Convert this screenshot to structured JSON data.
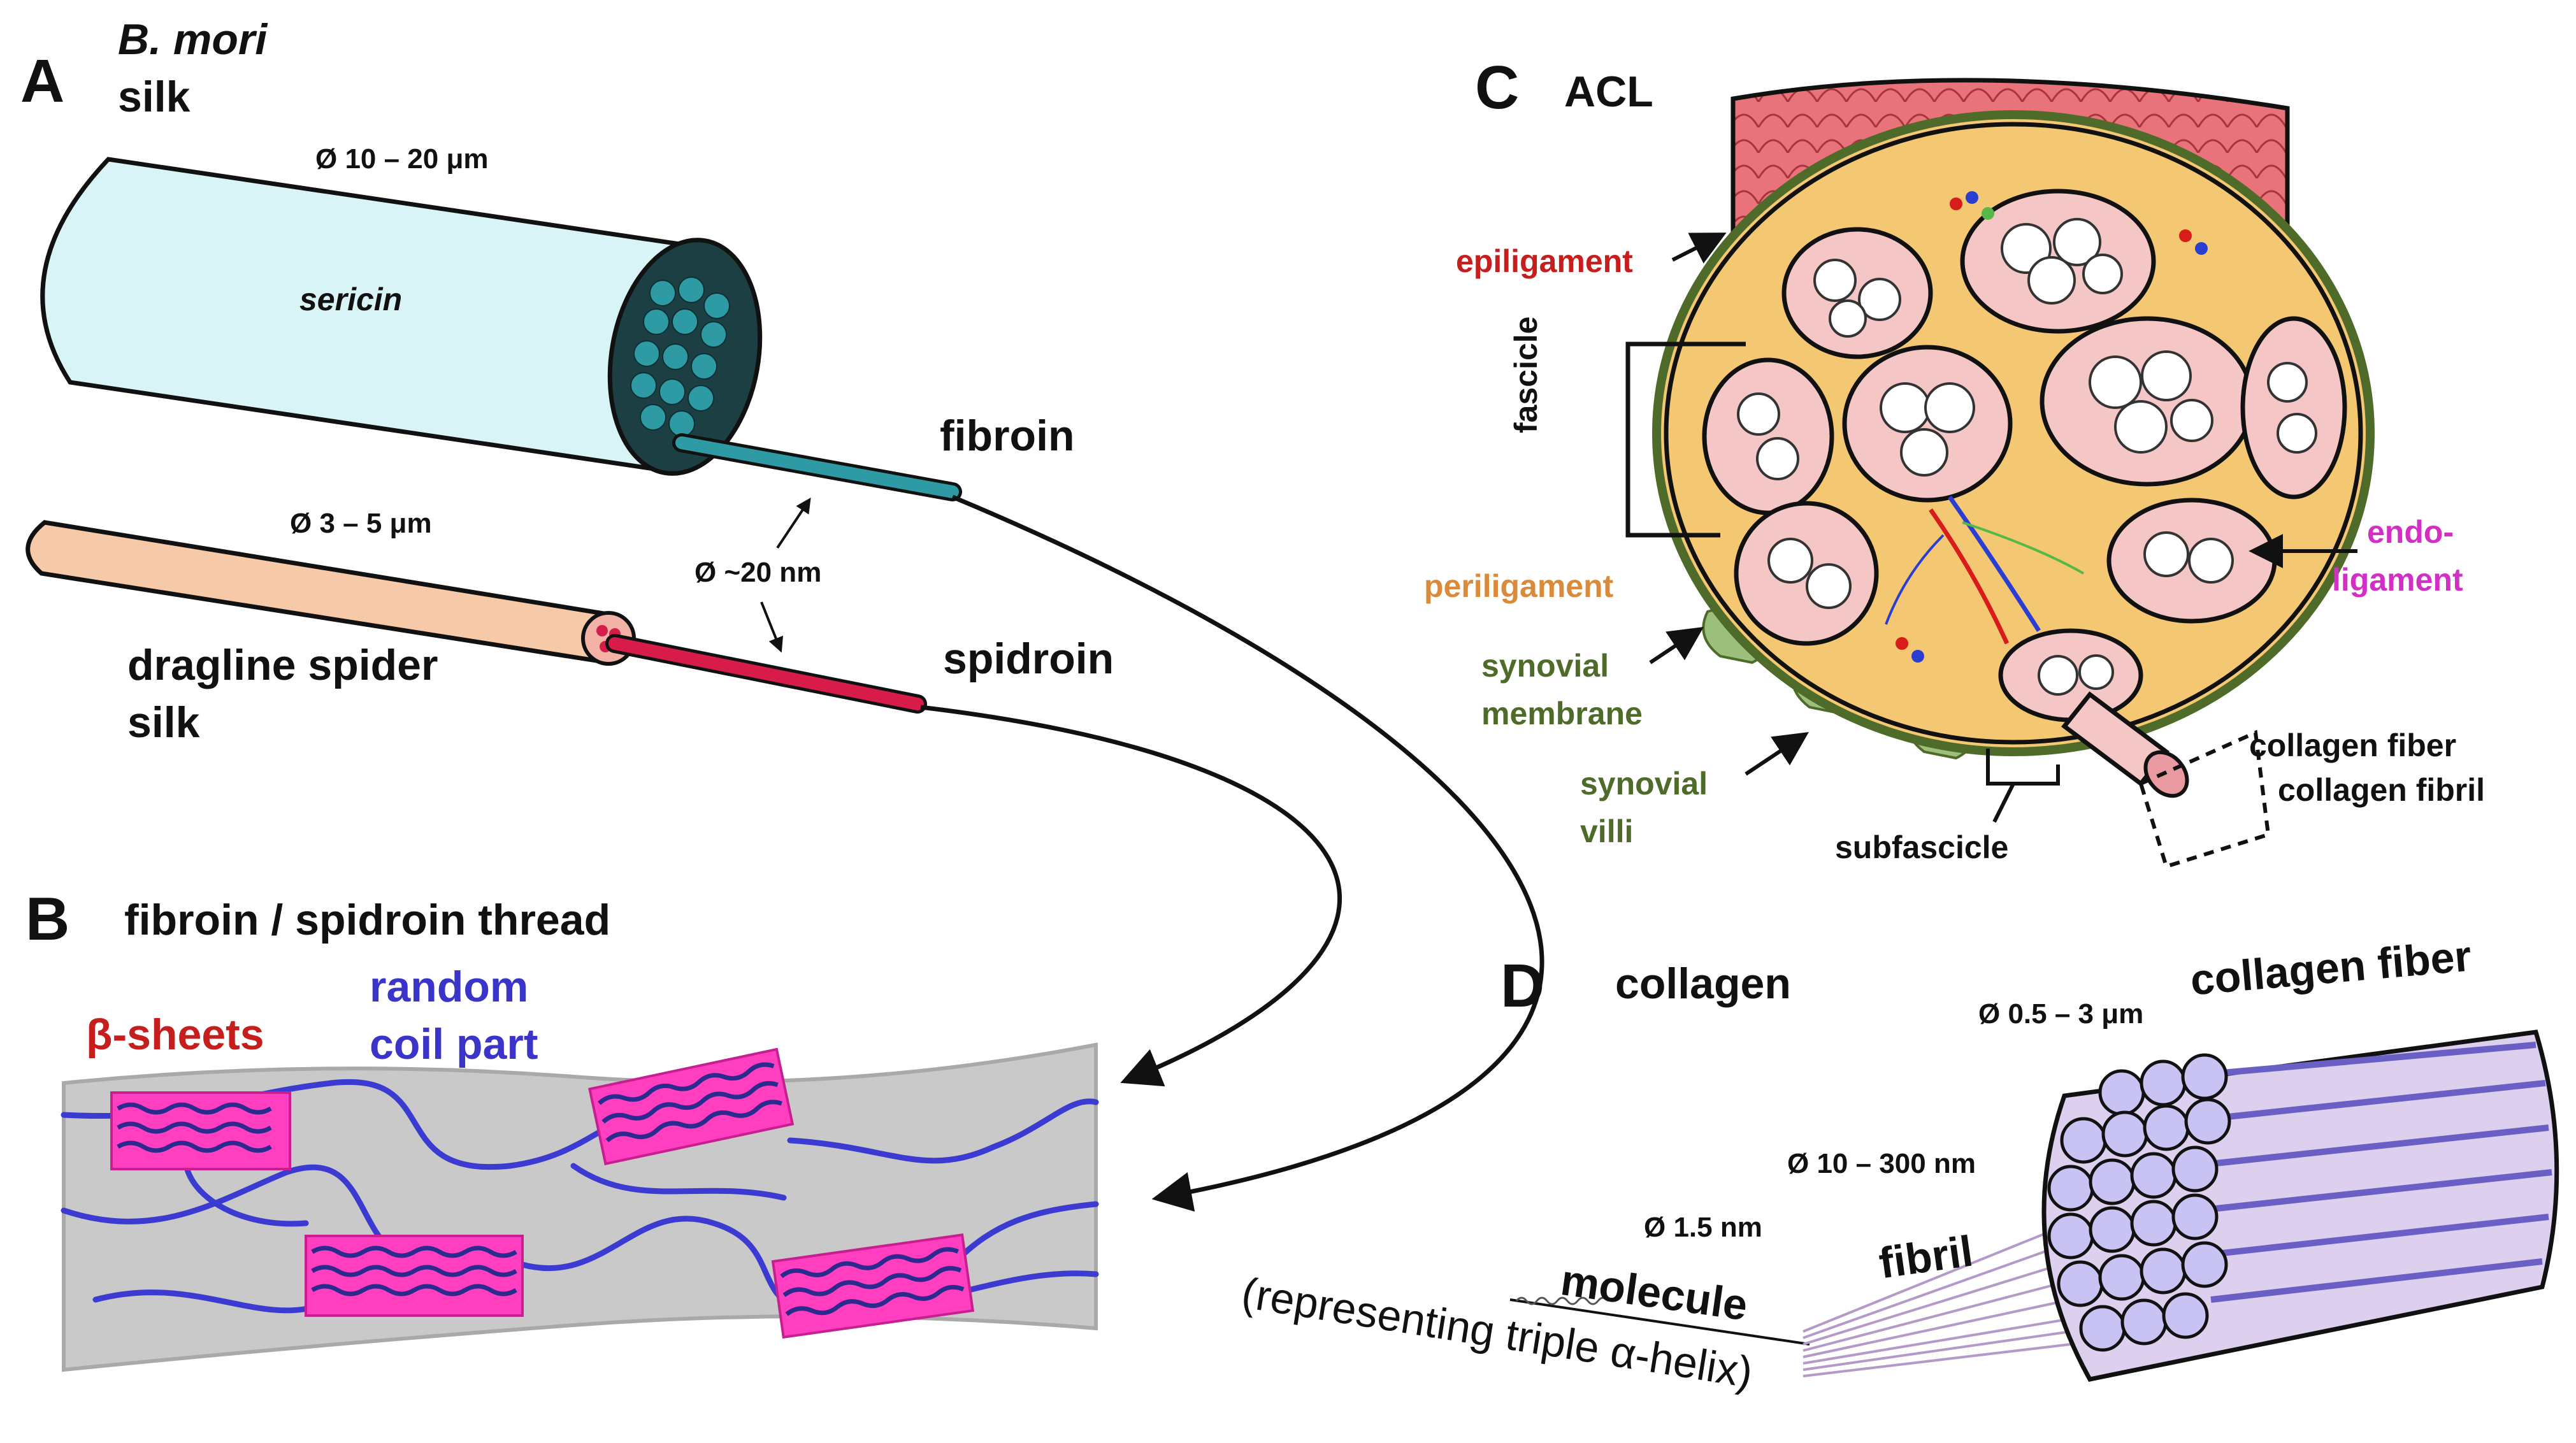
{
  "panels": {
    "a": "A",
    "b": "B",
    "c": "C",
    "d": "D"
  },
  "panel_a": {
    "species_line1": "B. mori",
    "species_line2": "silk",
    "silk_diameter": "Ø 10 – 20 μm",
    "sericin_label": "sericin",
    "fibroin_label": "fibroin",
    "spider_diameter": "Ø 3  – 5 μm",
    "nano_diameter": "Ø ~20 nm",
    "spider_line1": "dragline spider",
    "spider_line2": "silk",
    "spidroin_label": "spidroin"
  },
  "panel_b": {
    "title": "fibroin / spidroin thread",
    "beta_label": "β-sheets",
    "random_line1": "random",
    "random_line2": "coil part"
  },
  "panel_c": {
    "title": "ACL",
    "epiligament": "epiligament",
    "fascicle": "fascicle",
    "periligament": "periligament",
    "synovial_membrane_line1": "synovial",
    "synovial_membrane_line2": "membrane",
    "synovial_villi_line1": "synovial",
    "synovial_villi_line2": "villi",
    "subfascicle": "subfascicle",
    "endo_line1": "endo-",
    "endo_line2": "ligament",
    "collagen_fiber": "collagen fiber",
    "collagen_fibril": "collagen fibril"
  },
  "panel_d": {
    "title": "collagen",
    "fiber_label": "collagen fiber",
    "fiber_diameter": "Ø 0.5 – 3 μm",
    "fibril_diameter": "Ø 10 – 300 nm",
    "fibril_label": "fibril",
    "molecule_diameter": "Ø 1.5 nm",
    "molecule_label": "molecule",
    "molecule_note": "(representing triple α-helix)"
  },
  "colors": {
    "sericin_fill": "#d9f4f6",
    "fibroin_core": "#2e9aa3",
    "spider_fill": "#f6c9a8",
    "spidroin_core": "#d81c4a",
    "thread_gray": "#c9c9c9",
    "beta_pink": "#ff3fbf",
    "coil_blue": "#3b3bd1",
    "acl_tissue": "#f4c772",
    "acl_cap": "#e8737a",
    "fascicle_pink": "#f5c6c6",
    "synovial_green": "#9cc07c",
    "collagen_violet": "#8f86d8",
    "collagen_light": "#ddd0ef",
    "label_red": "#c61d1d",
    "label_orange": "#d98a3a",
    "label_green": "#4f6b2a",
    "label_magenta": "#d22fc5",
    "label_blue": "#3b34c9"
  }
}
